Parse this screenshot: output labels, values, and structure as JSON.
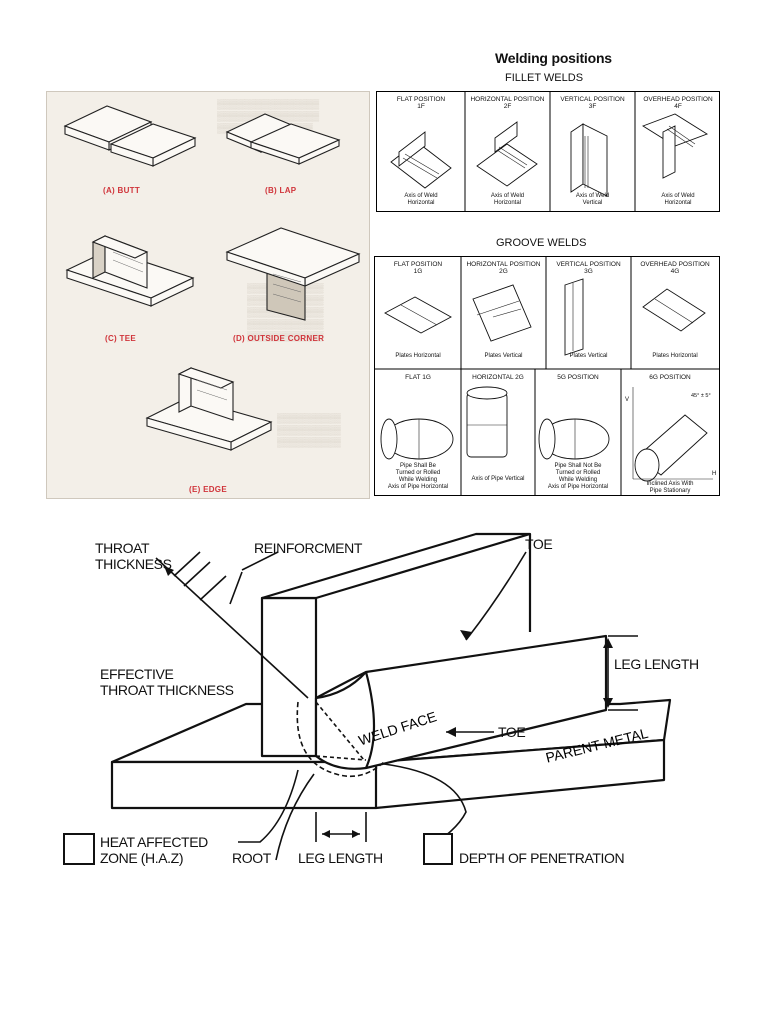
{
  "joints": {
    "butt": "(A) BUTT",
    "lap": "(B) LAP",
    "tee": "(C) TEE",
    "corner": "(D) OUTSIDE CORNER",
    "edge": "(E) EDGE"
  },
  "positions": {
    "title": "Welding positions",
    "fillet_title": "FILLET WELDS",
    "groove_title": "GROOVE WELDS",
    "fillet": [
      {
        "name": "FLAT POSITION",
        "code": "1F",
        "caption1": "Axis of Weld",
        "caption2": "Horizontal"
      },
      {
        "name": "HORIZONTAL POSITION",
        "code": "2F",
        "caption1": "Axis of Weld",
        "caption2": "Horizontal"
      },
      {
        "name": "VERTICAL POSITION",
        "code": "3F",
        "caption1": "Axis of Weld",
        "caption2": "Vertical"
      },
      {
        "name": "OVERHEAD POSITION",
        "code": "4F",
        "caption1": "Axis of Weld",
        "caption2": "Horizontal"
      }
    ],
    "groove_plates": [
      {
        "name": "FLAT POSITION",
        "code": "1G",
        "caption": "Plates Horizontal"
      },
      {
        "name": "HORIZONTAL POSITION",
        "code": "2G",
        "caption": "Plates Vertical"
      },
      {
        "name": "VERTICAL POSITION",
        "code": "3G",
        "caption": "Plates Vertical"
      },
      {
        "name": "OVERHEAD POSITION",
        "code": "4G",
        "caption": "Plates Horizontal"
      }
    ],
    "groove_pipes": [
      {
        "name": "FLAT 1G",
        "caption1": "Pipe Shall Be",
        "caption2": "Turned or Rolled",
        "caption3": "While Welding",
        "caption4": "Axis of Pipe Horizontal"
      },
      {
        "name": "HORIZONTAL 2G",
        "caption1": "Axis of Pipe Vertical"
      },
      {
        "name": "5G POSITION",
        "caption1": "Pipe Shall Not Be",
        "caption2": "Turned or Rolled",
        "caption3": "While Welding",
        "caption4": "Axis of Pipe Horizontal"
      },
      {
        "name": "6G POSITION",
        "angle": "45° ± 5°",
        "axis_v": "V",
        "axis_h": "H",
        "caption1": "Inclined Axis With",
        "caption2": "Pipe Stationary"
      }
    ]
  },
  "fillet_diagram": {
    "throat": "THROAT",
    "thickness": "THICKNESS",
    "reinforcement": "REINFORCMENT",
    "toe_top": "TOE",
    "effective": "EFFECTIVE",
    "throat_thickness": "THROAT THICKNESS",
    "leg_length_right": "LEG LENGTH",
    "weld_face": "WELD FACE",
    "toe_mid": "TOE",
    "parent_metal": "PARENT METAL",
    "haz1": "HEAT  AFFECTED",
    "haz2": "ZONE (H.A.Z)",
    "root": "ROOT",
    "leg_length_bottom": "LEG LENGTH",
    "depth": "DEPTH OF PENETRATION"
  }
}
